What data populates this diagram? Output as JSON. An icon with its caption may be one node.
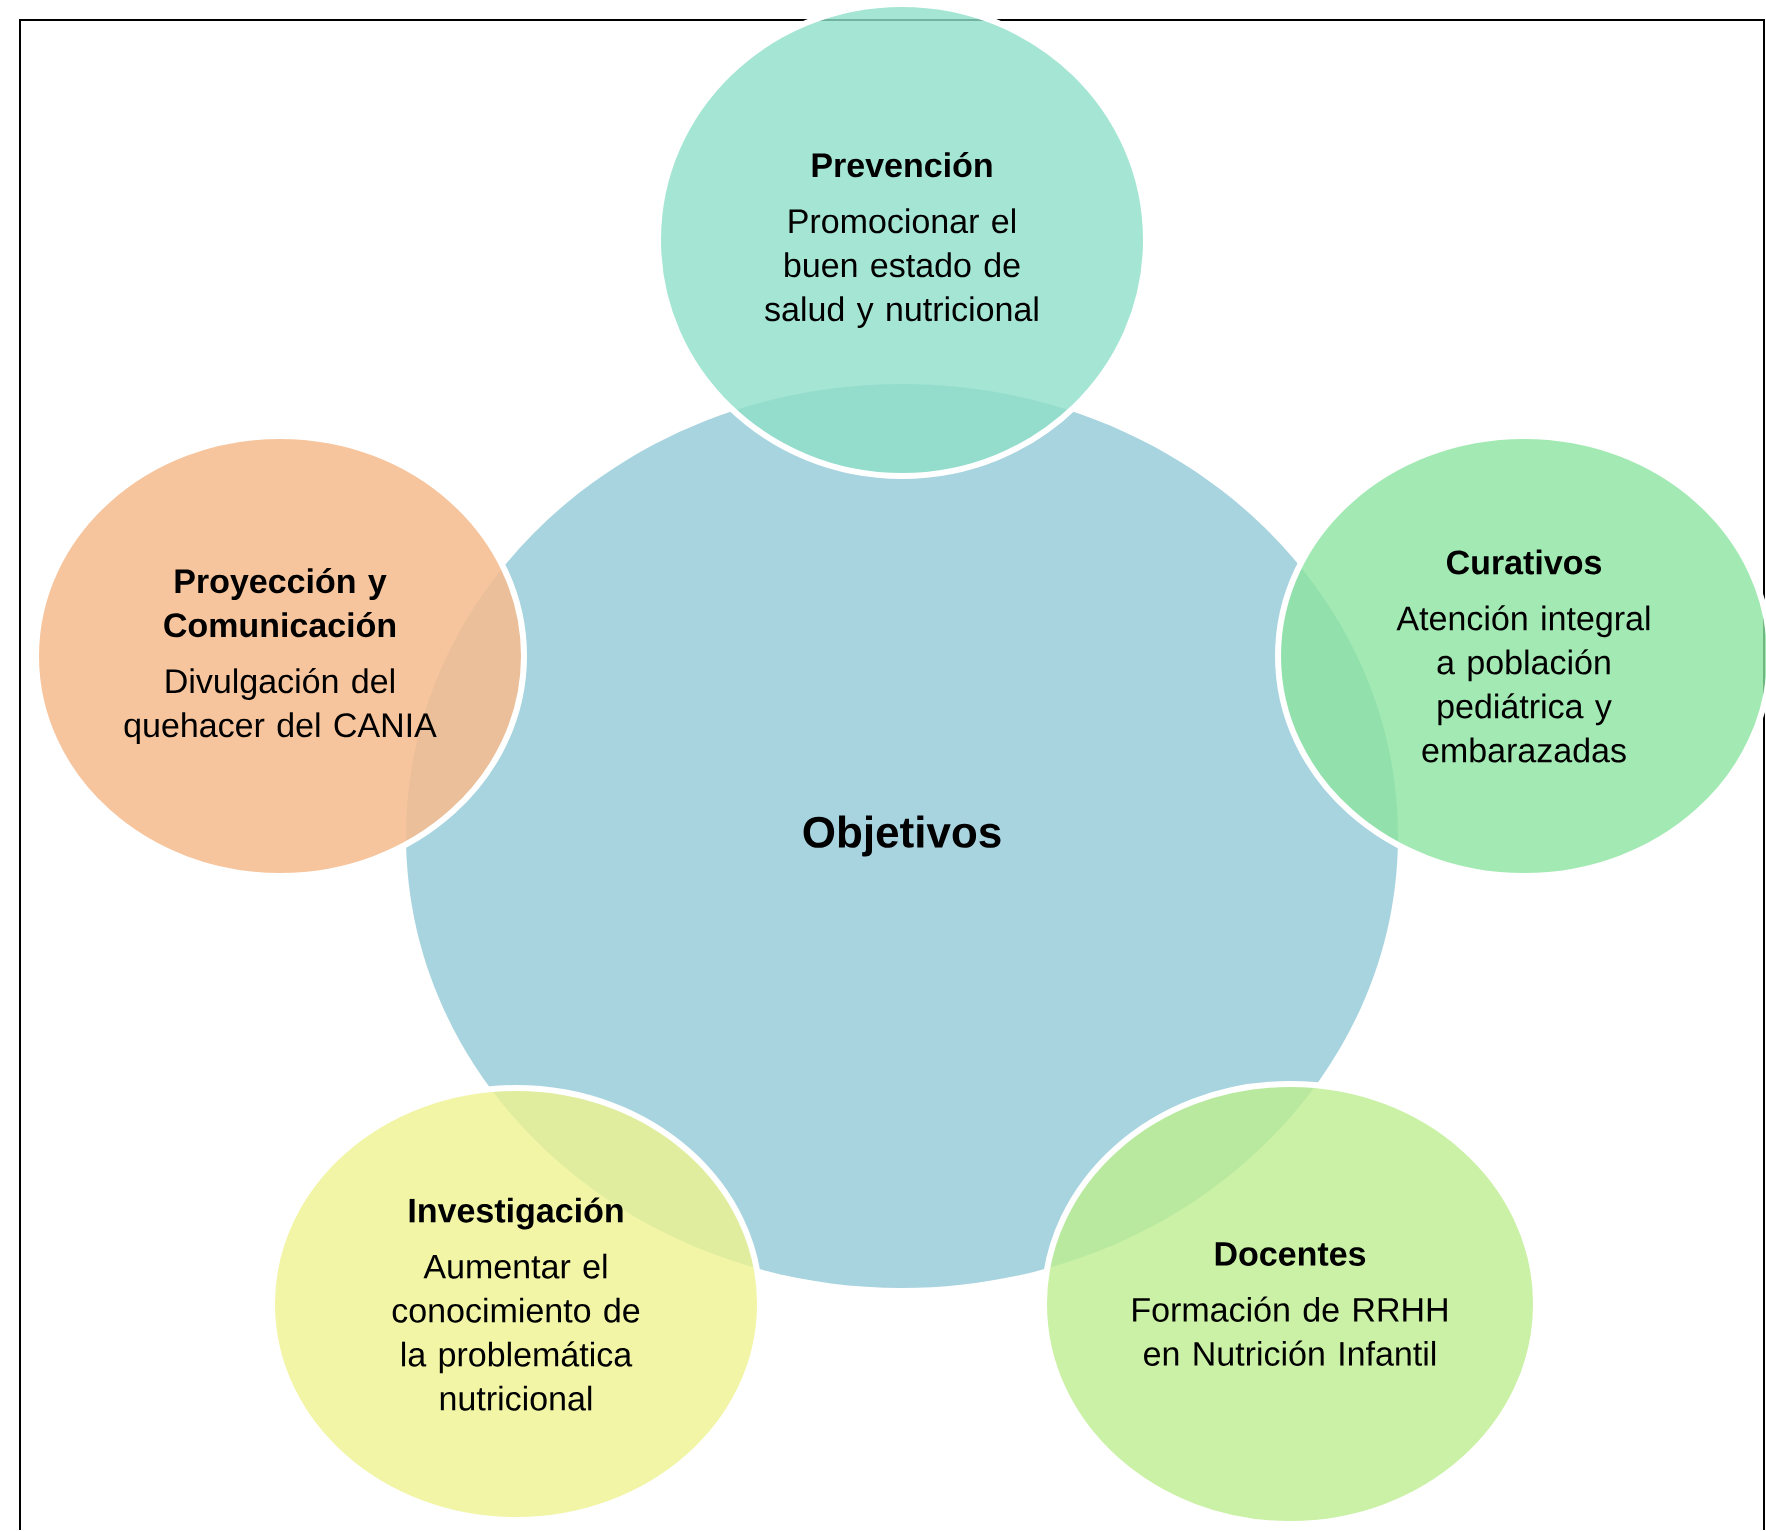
{
  "diagram": {
    "nodes": [
      {
        "text": [
          "Prevención",
          "Promocionar el buen estado de salud y nutricional"
        ]
      },
      {
        "text": [
          "Proyección y Comunicación",
          "Divulgación del quehacer del CANIA"
        ]
      },
      {
        "text": [
          "Curativos",
          "Atención integral a población pediátrica y embarazadas"
        ]
      },
      {
        "text": [
          "Objetivos"
        ]
      },
      {
        "text": [
          "Investigación",
          "Aumentar el conocimiento de la problemática nutricional"
        ]
      },
      {
        "text": [
          "Docentes",
          "Formación de RRHH en Nutrición Infantil"
        ]
      }
    ]
  }
}
